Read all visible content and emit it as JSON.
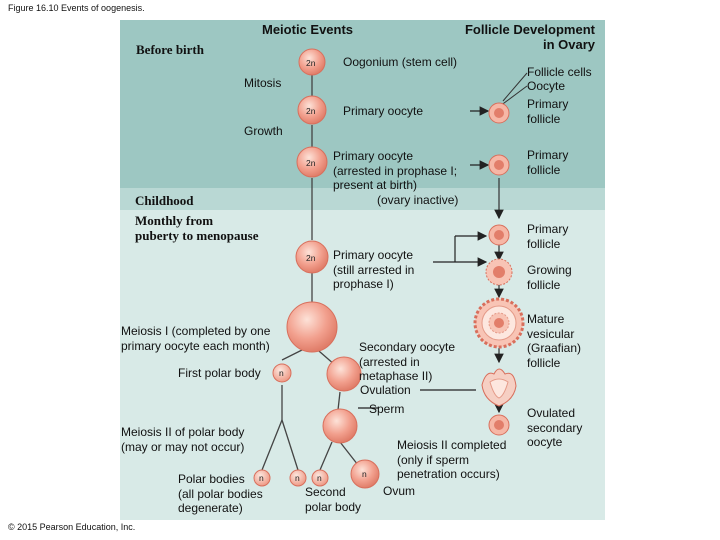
{
  "figure": {
    "caption": "Figure 16.10 Events of oogenesis.",
    "copyright": "© 2015 Pearson Education, Inc."
  },
  "headers": {
    "meiotic_events": "Meiotic Events",
    "follicle_development_line1": "Follicle Development",
    "follicle_development_line2": "in Ovary"
  },
  "stages": {
    "before_birth": "Before birth",
    "childhood": "Childhood",
    "puberty_line1": "Monthly from",
    "puberty_line2": "puberty to menopause"
  },
  "processes": {
    "mitosis": "Mitosis",
    "growth": "Growth",
    "meiosis1_line1": "Meiosis I (completed by one",
    "meiosis1_line2": "primary oocyte each month)",
    "meiosis2_line1": "Meiosis II of polar body",
    "meiosis2_line2": "(may or may not occur)"
  },
  "cells": {
    "oogonium": "Oogonium (stem cell)",
    "primary_oocyte_1": "Primary oocyte",
    "primary_oocyte_2_line1": "Primary oocyte",
    "primary_oocyte_2_line2": "(arrested in prophase I;",
    "primary_oocyte_2_line3": "present at birth)",
    "primary_oocyte_2_line4": "(ovary inactive)",
    "primary_oocyte_3_line1": "Primary oocyte",
    "primary_oocyte_3_line2": "(still arrested in",
    "primary_oocyte_3_line3": "prophase I)",
    "first_polar_body": "First polar body",
    "secondary_oocyte_line1": "Secondary oocyte",
    "secondary_oocyte_line2": "(arrested in",
    "secondary_oocyte_line3": "metaphase II)",
    "ovulation": "Ovulation",
    "sperm": "Sperm",
    "meiosis2_completed_line1": "Meiosis II completed",
    "meiosis2_completed_line2": "(only if sperm",
    "meiosis2_completed_line3": "penetration occurs)",
    "polar_bodies_line1": "Polar bodies",
    "polar_bodies_line2": "(all polar bodies",
    "polar_bodies_line3": "degenerate)",
    "second_polar_body_line1": "Second",
    "second_polar_body_line2": "polar body",
    "ovum": "Ovum"
  },
  "ploidy": {
    "diploid": "2n",
    "haploid": "n"
  },
  "follicles": {
    "follicle_cells": "Follicle cells",
    "oocyte": "Oocyte",
    "primary_follicle_line1": "Primary",
    "primary_follicle_line2": "follicle",
    "growing_line1": "Growing",
    "growing_line2": "follicle",
    "mature_line1": "Mature",
    "mature_line2": "vesicular",
    "mature_line3": "(Graafian)",
    "mature_line4": "follicle",
    "ovulated_line1": "Ovulated",
    "ovulated_line2": "secondary",
    "ovulated_line3": "oocyte"
  },
  "colors": {
    "panel_top": "#9dc7c2",
    "panel_band": "#b9d8d4",
    "panel_bottom": "#d8eae7",
    "cell_fill": "#f2a08e",
    "cell_light": "#fbd6cb",
    "cell_stroke": "#d86f5c"
  }
}
